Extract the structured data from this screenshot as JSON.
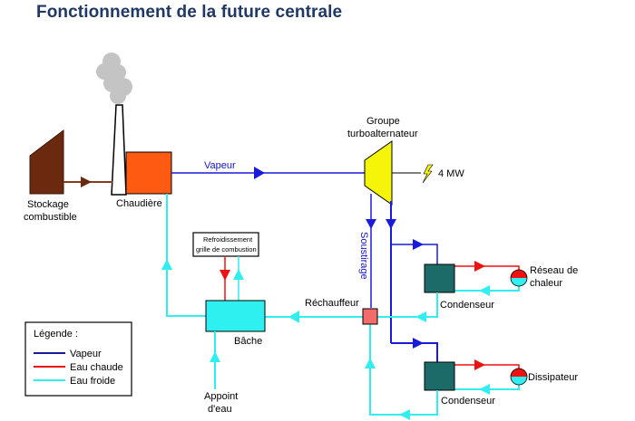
{
  "title": "Fonctionnement de la future centrale",
  "colors": {
    "vapeur": "#1a1adc",
    "eau_chaude": "#ee1111",
    "eau_froide": "#33eef0",
    "combustible": "#6b2a10",
    "chaudiere": "#ff5a12",
    "turbine": "#f5f50a",
    "condenseur": "#1d6b68",
    "bache": "#2ef0f0",
    "rechauffeur": "#f56a6a",
    "fumee": "#c4c4c4",
    "title": "#1f3864"
  },
  "components": {
    "stockage": {
      "line1": "Stockage",
      "line2": "combustible"
    },
    "chaudiere": {
      "label": "Chaudière"
    },
    "turbine": {
      "line1": "Groupe",
      "line2": "turboalternateur",
      "power": "4 MW"
    },
    "refroidissement": {
      "line1": "Refroidissement",
      "line2": "grille de combustion"
    },
    "bache": {
      "label": "Bâche"
    },
    "appoint": {
      "line1": "Appoint",
      "line2": "d'eau"
    },
    "rechauffeur": {
      "label": "Réchauffeur"
    },
    "soustirage": {
      "label": "Soustirage"
    },
    "condenseur_1": {
      "label": "Condenseur"
    },
    "condenseur_2": {
      "label": "Condenseur"
    },
    "reseau": {
      "line1": "Réseau de",
      "line2": "chaleur"
    },
    "dissipateur": {
      "label": "Dissipateur"
    }
  },
  "flows": {
    "vapeur_label": "Vapeur"
  },
  "legend": {
    "title": "Légende :",
    "items": [
      {
        "label": "Vapeur",
        "color": "#1a1a9c"
      },
      {
        "label": "Eau chaude",
        "color": "#ee1111"
      },
      {
        "label": "Eau froide",
        "color": "#33eef0"
      }
    ]
  }
}
